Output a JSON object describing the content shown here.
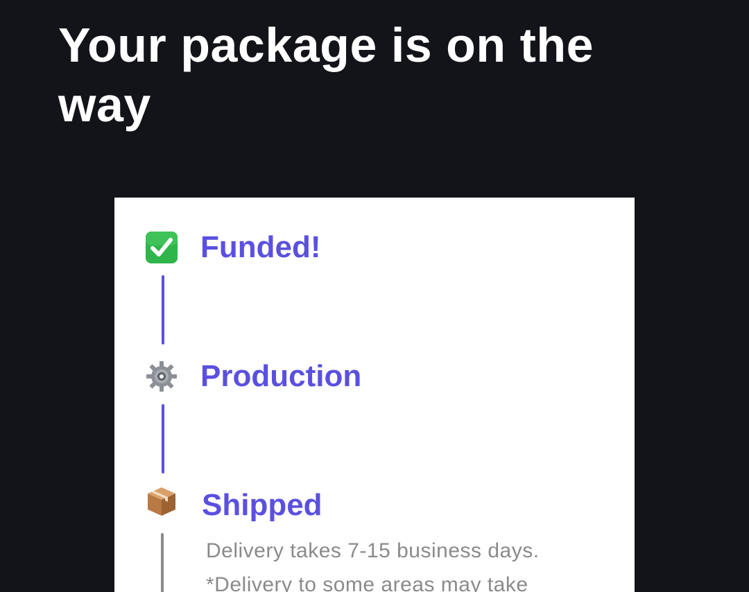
{
  "header": {
    "title": "Your package is on the way"
  },
  "timeline": {
    "steps": [
      {
        "label": "Funded!",
        "icon": "check-mark-button-icon"
      },
      {
        "label": "Production",
        "icon": "gear-icon"
      },
      {
        "label": "Shipped",
        "icon": "package-icon"
      }
    ],
    "delivery_note": "Delivery takes 7-15 business days.",
    "delivery_footnote": "*Delivery to some areas may take"
  },
  "colors": {
    "background": "#131419",
    "card": "#ffffff",
    "accent": "#5a50e0",
    "connector_active": "#5a50e0",
    "connector_pending": "#8a8a8a",
    "note_text": "#8a8a8a",
    "check_green": "#2fb54a"
  }
}
